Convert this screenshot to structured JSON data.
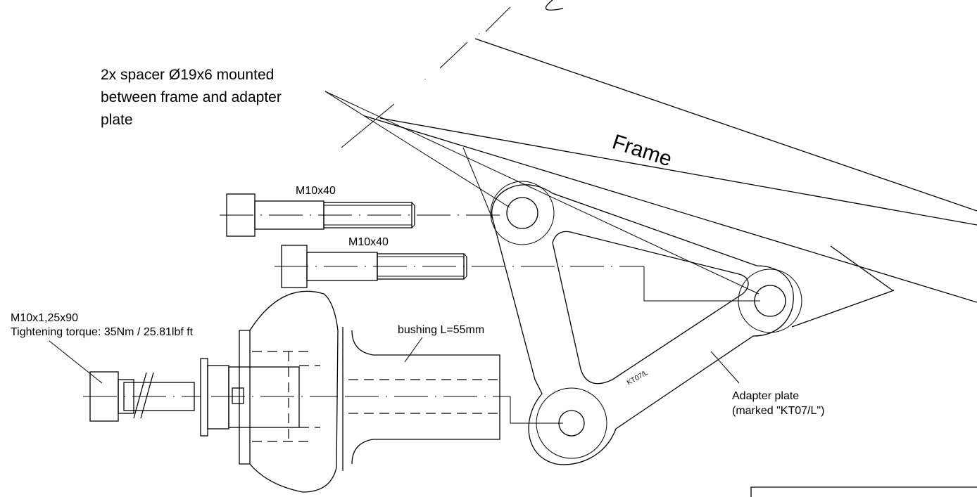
{
  "labels": {
    "spacer_line1": "2x spacer Ø19x6 mounted",
    "spacer_line2": "between frame and adapter",
    "spacer_line3": "plate",
    "frame": "Frame",
    "bolt_upper": "M10x40",
    "bolt_middle": "M10x40",
    "bolt_lower_line1": "M10x1,25x90",
    "bolt_lower_line2": "Tightening torque: 35Nm / 25.81lbf ft",
    "bushing": "bushing L=55mm",
    "plate_marking": "KT07/L",
    "adapter_line1": "Adapter plate",
    "adapter_line2": "(marked \"KT07/L\")"
  }
}
